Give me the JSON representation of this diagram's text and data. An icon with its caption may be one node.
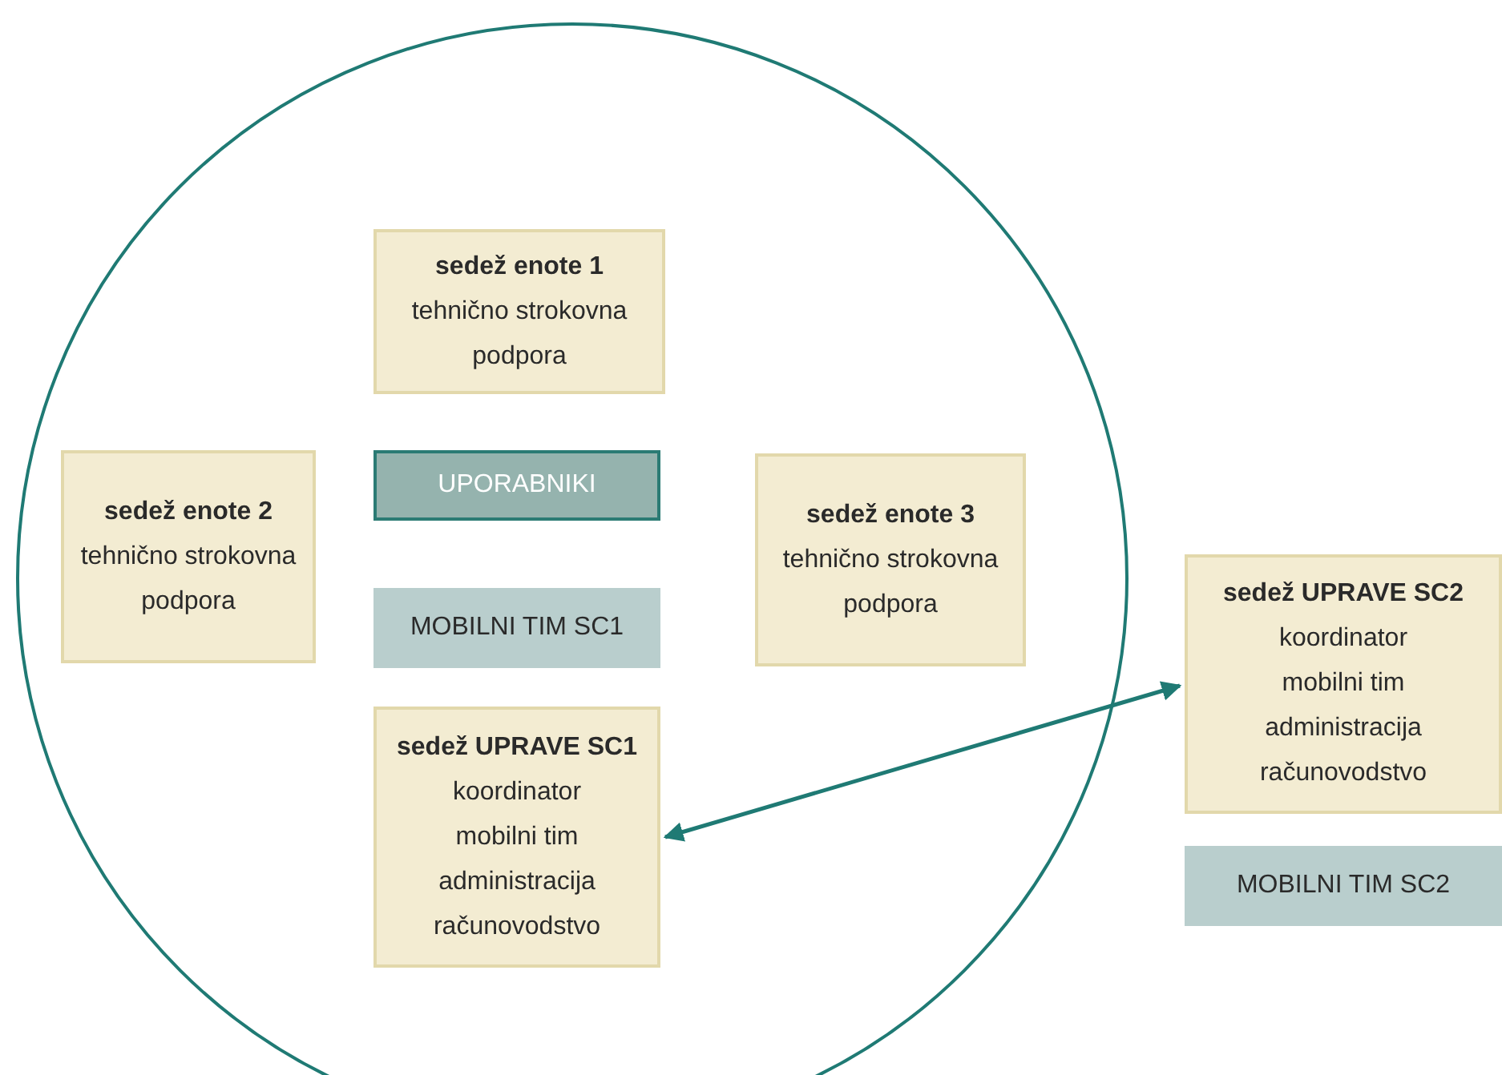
{
  "diagram": {
    "nodes": [
      {
        "text": [],
        "shape": "circle"
      },
      {
        "text": [
          "sedež enote 1",
          "tehnično strokovna podpora"
        ],
        "in": 0
      },
      {
        "text": [
          "sedež enote 2",
          "tehnično strokovna podpora"
        ],
        "in": 0
      },
      {
        "text": [
          "UPORABNIKI"
        ],
        "in": 0
      },
      {
        "text": [
          "sedež enote 3",
          "tehnično strokovna podpora"
        ],
        "in": 0
      },
      {
        "text": [
          "MOBILNI TIM SC1"
        ],
        "in": 0
      },
      {
        "text": [
          "sedež UPRAVE SC1",
          "koordinator",
          "mobilni tim",
          "administracija",
          "računovodstvo"
        ],
        "in": 0
      },
      {
        "text": [
          "sedež UPRAVE SC2",
          "koordinator",
          "mobilni tim",
          "administracija",
          "računovodstvo"
        ]
      },
      {
        "text": [
          "MOBILNI TIM SC2"
        ]
      }
    ],
    "edges": [
      {
        "from": 6,
        "to": 7,
        "arrow": "both",
        "color": "#1f7a74"
      }
    ]
  }
}
